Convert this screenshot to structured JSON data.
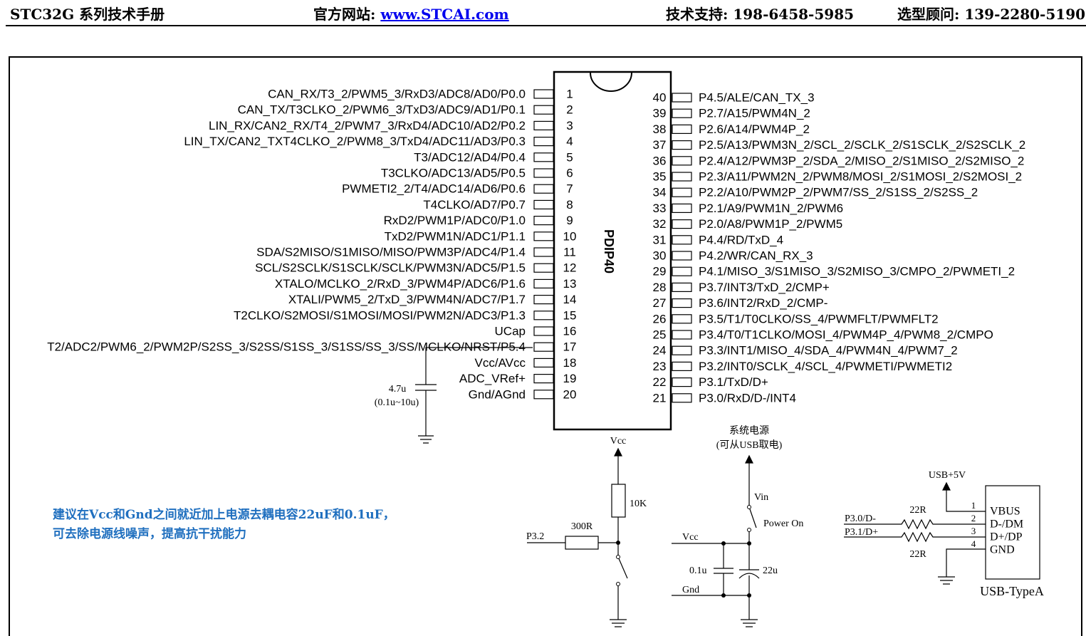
{
  "header": {
    "title": "STC32G 系列技术手册",
    "website_label": "官方网站: ",
    "website_url": "www.STCAI.com",
    "support": "技术支持: 198-6458-5985",
    "consult": "选型顾问: 139-2280-5190"
  },
  "chip": {
    "package_label": "PDIP40",
    "left_pins": [
      {
        "num": "1",
        "label": "CAN_RX/T3_2/PWM5_3/RxD3/ADC8/AD0/P0.0"
      },
      {
        "num": "2",
        "label": "CAN_TX/T3CLKO_2/PWM6_3/TxD3/ADC9/AD1/P0.1"
      },
      {
        "num": "3",
        "label": "LIN_RX/CAN2_RX/T4_2/PWM7_3/RxD4/ADC10/AD2/P0.2"
      },
      {
        "num": "4",
        "label": "LIN_TX/CAN2_TXT4CLKO_2/PWM8_3/TxD4/ADC11/AD3/P0.3"
      },
      {
        "num": "5",
        "label": "T3/ADC12/AD4/P0.4"
      },
      {
        "num": "6",
        "label": "T3CLKO/ADC13/AD5/P0.5"
      },
      {
        "num": "7",
        "label": "PWMETI2_2/T4/ADC14/AD6/P0.6"
      },
      {
        "num": "8",
        "label": "T4CLKO/AD7/P0.7"
      },
      {
        "num": "9",
        "label": "RxD2/PWM1P/ADC0/P1.0"
      },
      {
        "num": "10",
        "label": "TxD2/PWM1N/ADC1/P1.1"
      },
      {
        "num": "11",
        "label": "SDA/S2MISO/S1MISO/MISO/PWM3P/ADC4/P1.4"
      },
      {
        "num": "12",
        "label": "SCL/S2SCLK/S1SCLK/SCLK/PWM3N/ADC5/P1.5"
      },
      {
        "num": "13",
        "label": "XTALO/MCLKO_2/RxD_3/PWM4P/ADC6/P1.6"
      },
      {
        "num": "14",
        "label": "XTALI/PWM5_2/TxD_3/PWM4N/ADC7/P1.7"
      },
      {
        "num": "15",
        "label": "T2CLKO/S2MOSI/S1MOSI/MOSI/PWM2N/ADC3/P1.3"
      },
      {
        "num": "16",
        "label": "UCap"
      },
      {
        "num": "17",
        "label": "T2/ADC2/PWM6_2/PWM2P/S2SS_3/S2SS/S1SS_3/S1SS/SS_3/SS/MCLKO/NRST/P5.4"
      },
      {
        "num": "18",
        "label": "Vcc/AVcc"
      },
      {
        "num": "19",
        "label": "ADC_VRef+"
      },
      {
        "num": "20",
        "label": "Gnd/AGnd"
      }
    ],
    "right_pins": [
      {
        "num": "40",
        "label": "P4.5/ALE/CAN_TX_3"
      },
      {
        "num": "39",
        "label": "P2.7/A15/PWM4N_2"
      },
      {
        "num": "38",
        "label": "P2.6/A14/PWM4P_2"
      },
      {
        "num": "37",
        "label": "P2.5/A13/PWM3N_2/SCL_2/SCLK_2/S1SCLK_2/S2SCLK_2"
      },
      {
        "num": "36",
        "label": "P2.4/A12/PWM3P_2/SDA_2/MISO_2/S1MISO_2/S2MISO_2"
      },
      {
        "num": "35",
        "label": "P2.3/A11/PWM2N_2/PWM8/MOSI_2/S1MOSI_2/S2MOSI_2"
      },
      {
        "num": "34",
        "label": "P2.2/A10/PWM2P_2/PWM7/SS_2/S1SS_2/S2SS_2"
      },
      {
        "num": "33",
        "label": "P2.1/A9/PWM1N_2/PWM6"
      },
      {
        "num": "32",
        "label": "P2.0/A8/PWM1P_2/PWM5"
      },
      {
        "num": "31",
        "label": "P4.4/RD/TxD_4"
      },
      {
        "num": "30",
        "label": "P4.2/WR/CAN_RX_3"
      },
      {
        "num": "29",
        "label": "P4.1/MISO_3/S1MISO_3/S2MISO_3/CMPO_2/PWMETI_2"
      },
      {
        "num": "28",
        "label": "P3.7/INT3/TxD_2/CMP+"
      },
      {
        "num": "27",
        "label": "P3.6/INT2/RxD_2/CMP-"
      },
      {
        "num": "26",
        "label": "P3.5/T1/T0CLKO/SS_4/PWMFLT/PWMFLT2"
      },
      {
        "num": "25",
        "label": "P3.4/T0/T1CLKO/MOSI_4/PWM4P_4/PWM8_2/CMPO"
      },
      {
        "num": "24",
        "label": "P3.3/INT1/MISO_4/SDA_4/PWM4N_4/PWM7_2"
      },
      {
        "num": "23",
        "label": "P3.2/INT0/SCLK_4/SCL_4/PWMETI/PWMETI2"
      },
      {
        "num": "22",
        "label": "P3.1/TxD/D+"
      },
      {
        "num": "21",
        "label": "P3.0/RxD/D-/INT4"
      }
    ]
  },
  "ucap_cap": {
    "value": "4.7u",
    "range": "(0.1u~10u)"
  },
  "reset_circuit": {
    "vcc": "Vcc",
    "r_pullup": "10K",
    "r_series": "300R",
    "pin": "P3.2"
  },
  "power_circuit": {
    "title": "系统电源",
    "subtitle": "(可从USB取电)",
    "vin": "Vin",
    "switch": "Power On",
    "vcc": "Vcc",
    "gnd": "Gnd",
    "c1": "0.1u",
    "c2": "22u"
  },
  "usb": {
    "vbus_label": "USB+5V",
    "net_dm": "P3.0/D-",
    "net_dp": "P3.1/D+",
    "r1": "22R",
    "r2": "22R",
    "pins": [
      {
        "num": "1",
        "label": "VBUS"
      },
      {
        "num": "2",
        "label": "D-/DM"
      },
      {
        "num": "3",
        "label": "D+/DP"
      },
      {
        "num": "4",
        "label": "GND"
      }
    ],
    "connector": "USB-TypeA"
  },
  "note": {
    "line1": "建议在Vcc和Gnd之间就近加上电源去耦电容22uF和0.1uF，",
    "line2": "可去除电源线噪声，提高抗干扰能力"
  },
  "colors": {
    "note": "#1f6fbf",
    "link": "#0000ee"
  }
}
